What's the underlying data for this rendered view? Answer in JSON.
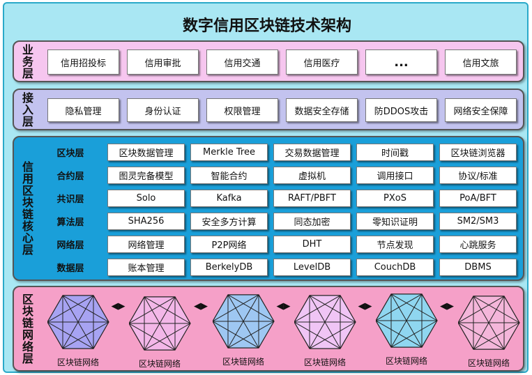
{
  "title": "数字信用区块链技术架构",
  "layers": {
    "business": {
      "label": "业务层",
      "items": [
        "信用招投标",
        "信用审批",
        "信用交通",
        "信用医疗",
        "...",
        "信用文旅"
      ]
    },
    "access": {
      "label": "接入层",
      "items": [
        "隐私管理",
        "身份认证",
        "权限管理",
        "数据安全存储",
        "防DDOS攻击",
        "网络安全保障"
      ]
    },
    "core": {
      "label": "信用区块链核心层",
      "rows": [
        {
          "label": "区块层",
          "items": [
            "区块数据管理",
            "Merkle Tree",
            "交易数据管理",
            "时间戳",
            "区块链浏览器"
          ]
        },
        {
          "label": "合约层",
          "items": [
            "图灵完备模型",
            "智能合约",
            "虚拟机",
            "调用接口",
            "协议/标准"
          ]
        },
        {
          "label": "共识层",
          "items": [
            "Solo",
            "Kafka",
            "RAFT/PBFT",
            "PXoS",
            "PoA/BFT"
          ]
        },
        {
          "label": "算法层",
          "items": [
            "SHA256",
            "安全多方计算",
            "同态加密",
            "零知识证明",
            "SM2/SM3"
          ]
        },
        {
          "label": "网络层",
          "items": [
            "网络管理",
            "P2P网络",
            "DHT",
            "节点发现",
            "心跳服务"
          ]
        },
        {
          "label": "数据层",
          "items": [
            "账本管理",
            "BerkelyDB",
            "LevelDB",
            "CouchDB",
            "DBMS"
          ]
        }
      ]
    },
    "network": {
      "label": "区块链网络层",
      "nodes": [
        "区块链网络",
        "区块链网络",
        "区块链网络",
        "区块链网络",
        "区块链网络",
        "区块链网络"
      ],
      "colors": [
        "#a7a3f2",
        "#f3b7e8",
        "#9ec7f2",
        "#f0c5f5",
        "#8fd6f0",
        "#f4b6da"
      ],
      "arrow": "◀▶"
    }
  }
}
